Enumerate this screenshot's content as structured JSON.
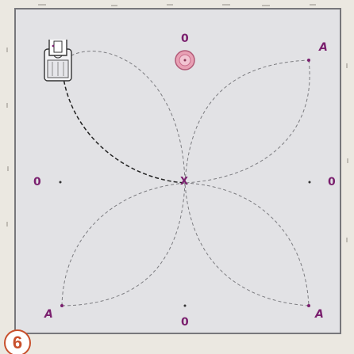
{
  "step": {
    "number": "6"
  },
  "labels": {
    "top_zero": "0",
    "left_zero": "0",
    "right_zero": "0",
    "bottom_zero": "0",
    "top_right_a": "A",
    "bottom_left_a": "A",
    "bottom_right_a": "A",
    "center_x": "X"
  },
  "icons": {
    "presser_foot": "presser-foot-icon",
    "center_target": "center-target-icon"
  },
  "colors": {
    "label_purple": "#7a1f6e",
    "badge_orange": "#c8502c",
    "target_pink": "#e8a0b4",
    "dashed_line": "#333333"
  }
}
